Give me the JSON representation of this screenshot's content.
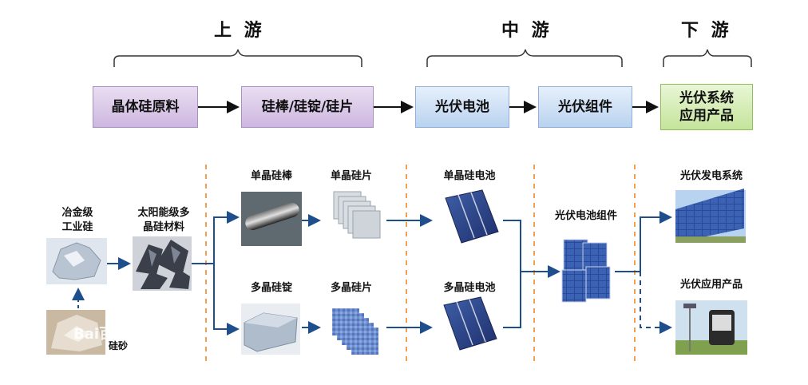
{
  "stages": {
    "upstream": "上 游",
    "midstream": "中 游",
    "downstream": "下 游"
  },
  "flow_boxes": [
    "晶体硅原料",
    "硅棒/硅锭/硅片",
    "光伏电池",
    "光伏组件",
    "光伏系统\n应用产品"
  ],
  "items": {
    "metallurgical_silicon": "冶金级\n工业硅",
    "solar_silicon": "太阳能级多\n晶硅材料",
    "mono_rod": "单晶硅棒",
    "mono_wafer": "单晶硅片",
    "mono_cell": "单晶硅电池",
    "poly_ingot": "多晶硅锭",
    "poly_wafer": "多晶硅片",
    "poly_cell": "多晶硅电池",
    "pv_module": "光伏电池组件",
    "pv_power_system": "光伏发电系统",
    "pv_products": "光伏应用产品",
    "silica_ore": "硅砂"
  },
  "watermark": "Bai百科",
  "colors": {
    "arrow": "#1f4e8c",
    "divider": "#f0a050",
    "bracket": "#333333"
  }
}
